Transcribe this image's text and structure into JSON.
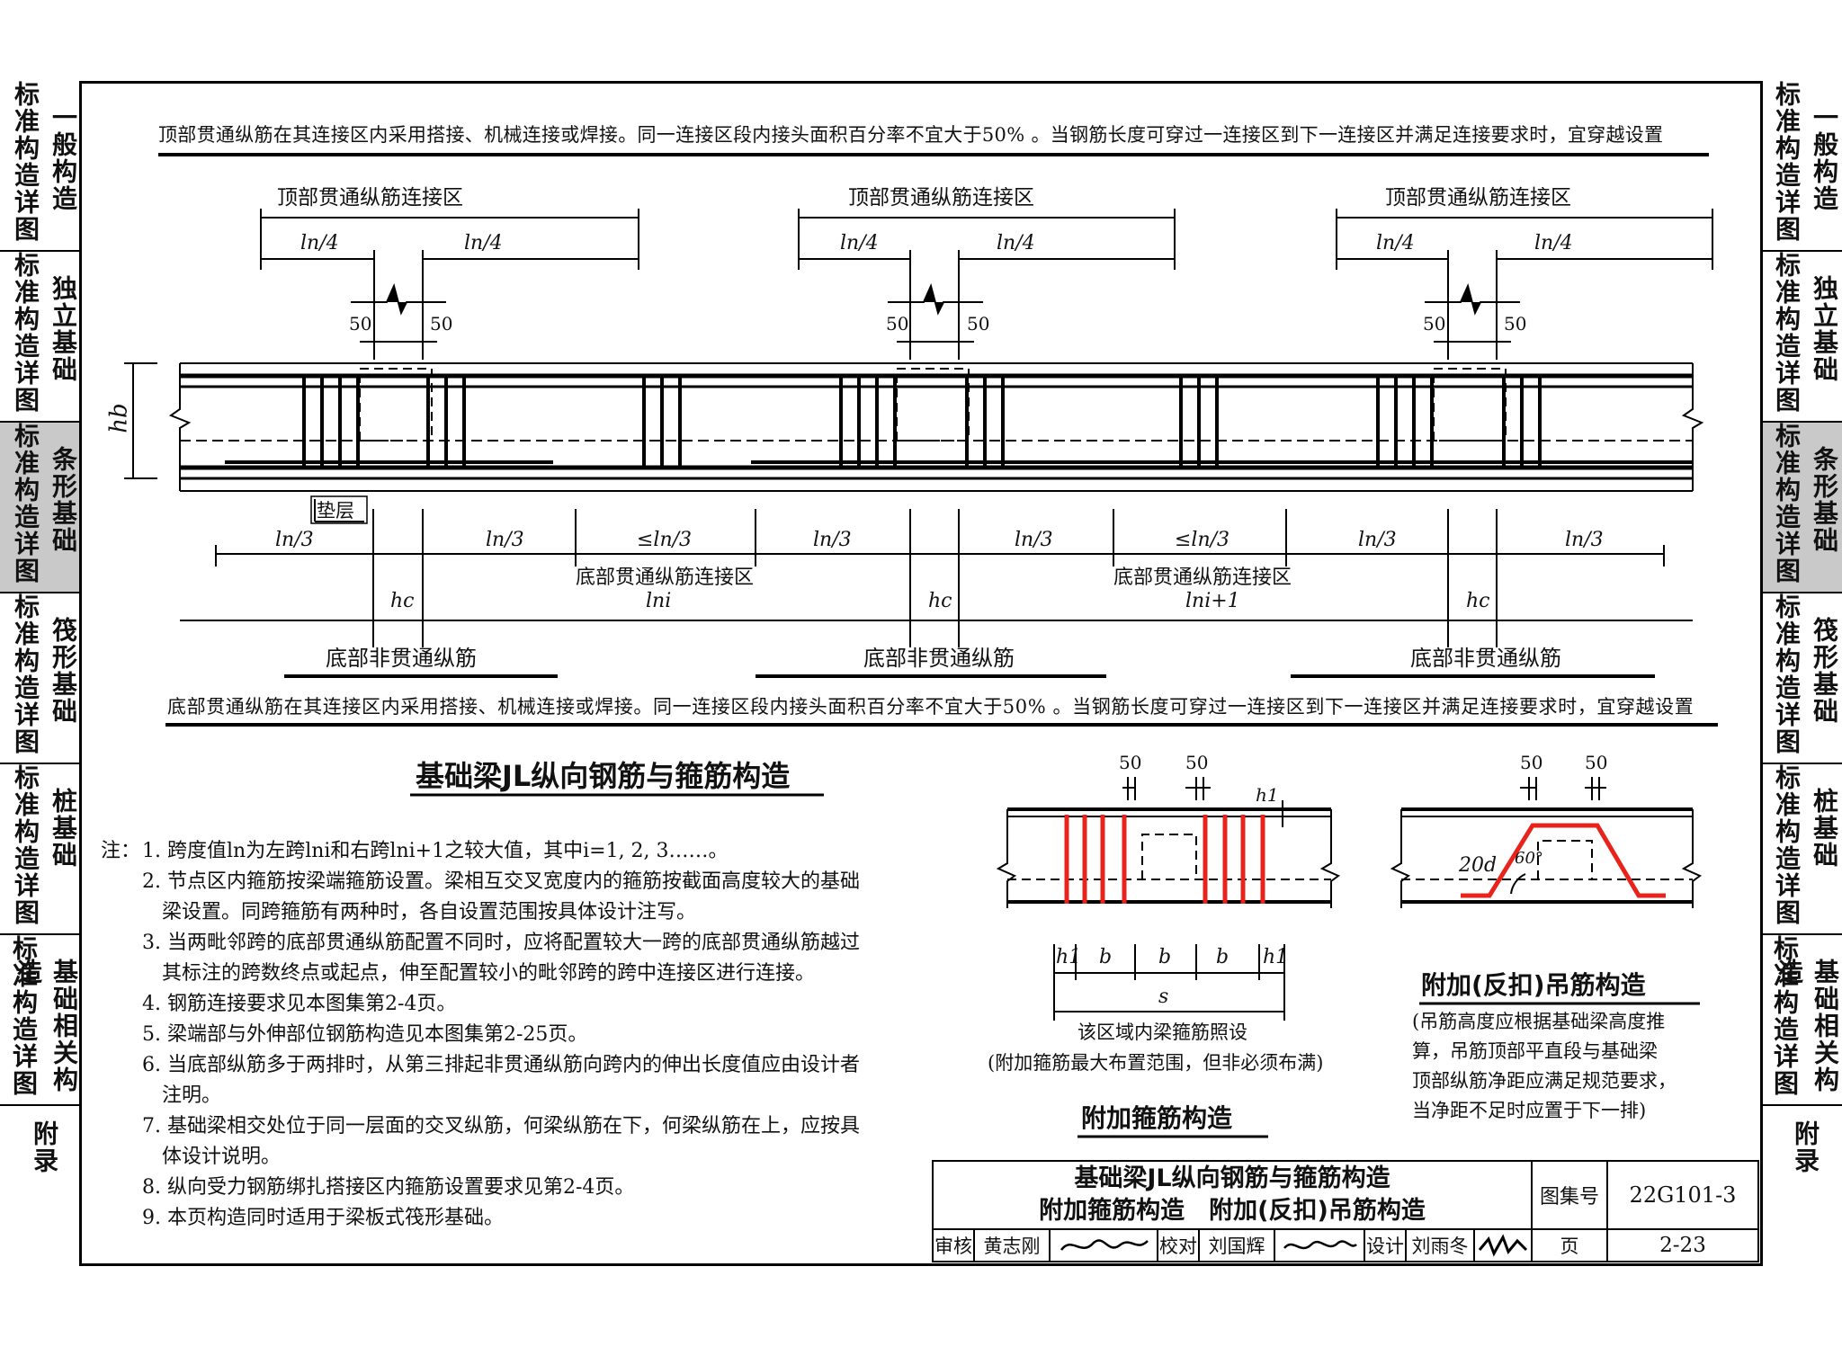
{
  "side_tabs": [
    {
      "col1": "标准构造详图",
      "col2": "一般构造"
    },
    {
      "col1": "标准构造详图",
      "col2": "独立基础"
    },
    {
      "col1": "标准构造详图",
      "col2": "条形基础"
    },
    {
      "col1": "标准构造详图",
      "col2": "筏形基础"
    },
    {
      "col1": "标准构造详图",
      "col2": "桩基础"
    },
    {
      "col1": "标准构造详图",
      "col2": "基础相关构造"
    },
    {
      "col1": "附录",
      "col2": ""
    }
  ],
  "active_tab": "条形基础",
  "main_diagram": {
    "top_note": "顶部贯通纵筋在其连接区内采用搭接、机械连接或焊接。同一连接区段内接头面积百分率不宜大于50% 。当钢筋长度可穿过一连接区到下一连接区并满足连接要求时，宜穿越设置",
    "top_zone_label": "顶部贯通纵筋连接区",
    "quarter_label": "ln/4",
    "dim_50": "50",
    "hb": "hb",
    "cushion": "垫层",
    "third_label": "ln/3",
    "le_third_label": "≤ln/3",
    "bottom_zone_label": "底部贯通纵筋连接区",
    "hc": "hc",
    "span_i": "lni",
    "span_i1": "lni+1",
    "bottom_nonthrough": "底部非贯通纵筋",
    "bottom_note": "底部贯通纵筋在其连接区内采用搭接、机械连接或焊接。同一连接区段内接头面积百分率不宜大于50% 。当钢筋长度可穿过一连接区到下一连接区并满足连接要求时，宜穿越设置",
    "title": "基础梁JL纵向钢筋与箍筋构造"
  },
  "notes": {
    "prefix": "注：",
    "items": [
      "1. 跨度值ln为左跨lni和右跨lni+1之较大值，其中i=1, 2, 3……。",
      "2. 节点区内箍筋按梁端箍筋设置。梁相互交叉宽度内的箍筋按截面高度较大的基础",
      "梁设置。同跨箍筋有两种时，各自设置范围按具体设计注写。",
      "3. 当两毗邻跨的底部贯通纵筋配置不同时，应将配置较大一跨的底部贯通纵筋越过",
      "其标注的跨数终点或起点，伸至配置较小的毗邻跨的跨中连接区进行连接。",
      "4. 钢筋连接要求见本图集第2-4页。",
      "5. 梁端部与外伸部位钢筋构造见本图集第2-25页。",
      "6. 当底部纵筋多于两排时，从第三排起非贯通纵筋向跨内的伸出长度值应由设计者",
      "注明。",
      "7. 基础梁相交处位于同一层面的交叉纵筋，何梁纵筋在下，何梁纵筋在上，应按具",
      "体设计说明。",
      "8. 纵向受力钢筋绑扎搭接区内箍筋设置要求见第2-4页。",
      "9. 本页构造同时适用于梁板式筏形基础。"
    ]
  },
  "stirrup_detail": {
    "dim_50": "50",
    "h1": "h1",
    "b": "b",
    "s": "s",
    "caption1": "该区域内梁箍筋照设",
    "caption2": "(附加箍筋最大布置范围，但非必须布满)",
    "title": "附加箍筋构造",
    "red": "#e8231c"
  },
  "hanger_detail": {
    "dim_50": "50",
    "d20": "20d",
    "angle": "60°",
    "title": "附加(反扣)吊筋构造",
    "desc": [
      "(吊筋高度应根据基础梁高度推",
      "算，吊筋顶部平直段与基础梁",
      "顶部纵筋净距应满足规范要求，",
      "当净距不足时应置于下一排)"
    ]
  },
  "title_block": {
    "title_line1": "基础梁JL纵向钢筋与箍筋构造",
    "title_line2": "附加箍筋构造　附加(反扣)吊筋构造",
    "atlas_label": "图集号",
    "atlas_no": "22G101-3",
    "review_label": "审核",
    "reviewer": "黄志刚",
    "check_label": "校对",
    "checker": "刘国辉",
    "design_label": "设计",
    "designer": "刘雨冬",
    "page_label": "页",
    "page_no": "2-23"
  }
}
